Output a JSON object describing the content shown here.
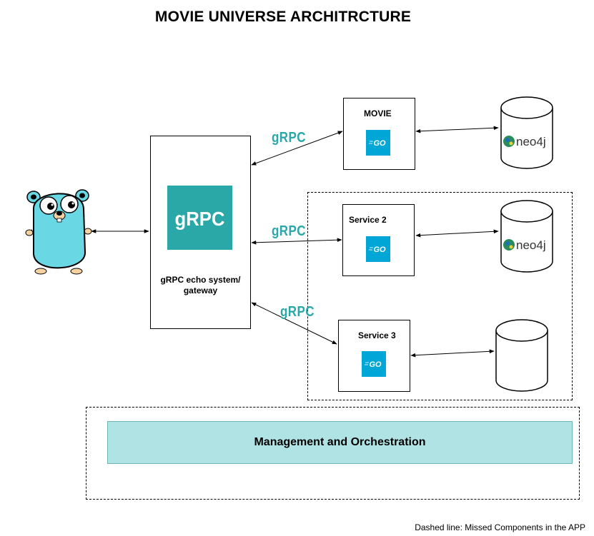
{
  "title": "MOVIE UNIVERSE ARCHITRCTURE",
  "gateway": {
    "logo_text": "gRPC",
    "label_line1": "gRPC echo system/",
    "label_line2": "gateway"
  },
  "protocol_label": "gRPC",
  "services": [
    {
      "name": "MOVIE",
      "logo": "GO"
    },
    {
      "name": "Service 2",
      "logo": "GO"
    },
    {
      "name": "Service 3",
      "logo": "GO"
    }
  ],
  "databases": [
    {
      "logo": "neo4j"
    },
    {
      "logo": "neo4j"
    },
    {
      "logo": ""
    }
  ],
  "management": "Management and Orchestration",
  "footnote": "Dashed line: Missed Components in the APP",
  "colors": {
    "grpc_teal": "#2aa7a7",
    "go_blue": "#00a6d6",
    "management_fill": "#b0e3e3",
    "gopher": "#6ad7e5"
  }
}
